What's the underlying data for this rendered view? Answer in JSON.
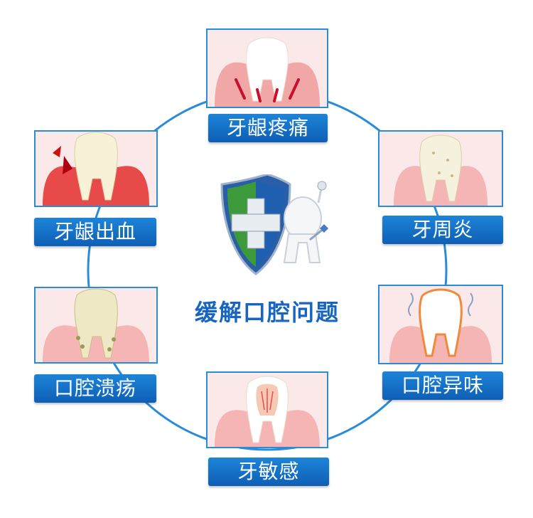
{
  "center": {
    "title": "缓解口腔问题"
  },
  "items": [
    {
      "label": "牙龈疼痛"
    },
    {
      "label": "牙周炎"
    },
    {
      "label": "口腔异味"
    },
    {
      "label": "牙敏感"
    },
    {
      "label": "口腔溃疡"
    },
    {
      "label": "牙龈出血"
    }
  ],
  "colors": {
    "accent": "#1565c0",
    "ring": "#2a8bd8",
    "gum": "#f2a7a7",
    "bleeding": "#e02020"
  },
  "icons": [
    "shield-icon",
    "cross-icon",
    "tooth-mascot-icon"
  ]
}
